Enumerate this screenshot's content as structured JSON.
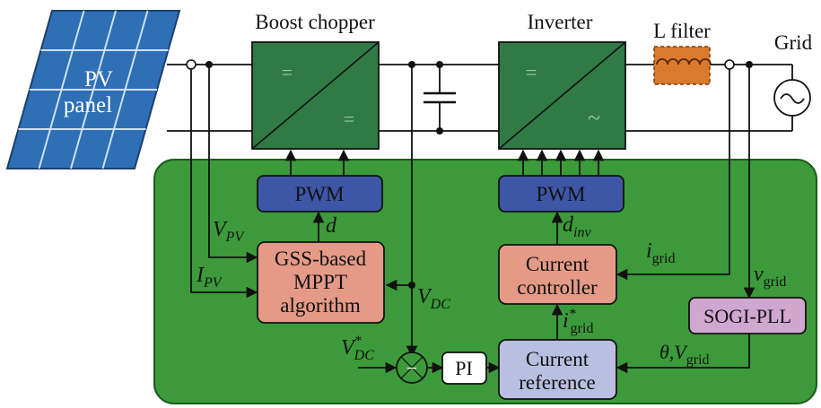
{
  "pv": {
    "line1": "PV",
    "line2": "panel"
  },
  "titles": {
    "boost": "Boost chopper",
    "inverter": "Inverter",
    "lfilter": "L filter",
    "grid": "Grid"
  },
  "blocks": {
    "pwm_left": "PWM",
    "pwm_right": "PWM",
    "mppt": [
      "GSS-based",
      "MPPT",
      "algorithm"
    ],
    "controller": [
      "Current",
      "controller"
    ],
    "reference": [
      "Current",
      "reference"
    ],
    "sogi": "SOGI-PLL",
    "pi": "PI"
  },
  "signals": {
    "vpv": {
      "main": "V",
      "sub": "PV"
    },
    "ipv": {
      "main": "I",
      "sub": "PV"
    },
    "d": "d",
    "vdc": {
      "main": "V",
      "sub": "DC"
    },
    "vdc_ref": {
      "main": "V",
      "sup": "*",
      "sub": "DC"
    },
    "dinv": {
      "main": "d",
      "sub": "inv"
    },
    "igrid": {
      "main": "i",
      "sub": "grid"
    },
    "igrid_ref": {
      "main": "i",
      "sup": "*",
      "sub": "grid"
    },
    "vgrid": {
      "main": "v",
      "sub": "grid"
    },
    "theta": {
      "main": "θ,V",
      "sub": "grid"
    },
    "minus": "−",
    "eq_top": "=",
    "eq_bot": "=",
    "inv_eq": "=",
    "inv_ac": "~"
  },
  "colors": {
    "control_bg": "#3c9a3a",
    "converter": "#2f7a45",
    "pwm": "#3d56a6",
    "mppt": "#e49a86",
    "reference": "#b9bfe0",
    "sogi": "#cfa7cf",
    "inductor": "#d97a2e",
    "pv_panel": "#2f6fb5"
  }
}
